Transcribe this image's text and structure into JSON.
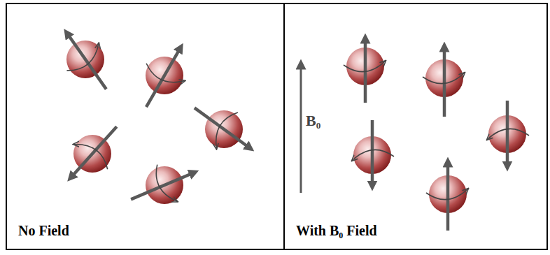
{
  "diagram": {
    "nodes": [
      {
        "text": [
          "No Field"
        ]
      },
      {
        "text": [
          "With B₀ Field"
        ]
      }
    ],
    "labels": [
      "B₀"
    ]
  }
}
